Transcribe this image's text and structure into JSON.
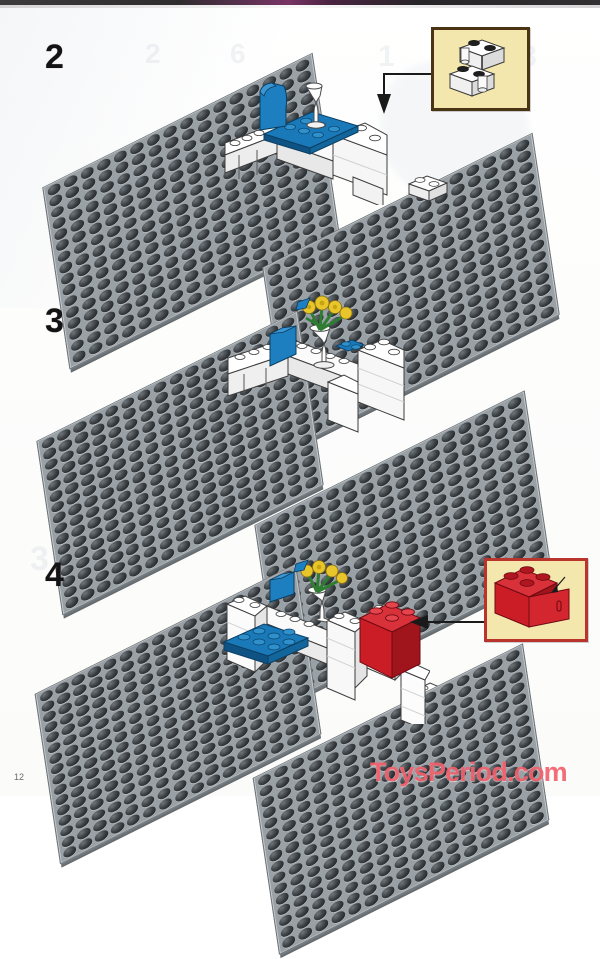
{
  "document": {
    "type": "lego-instruction-manual-page",
    "page_number": "12",
    "watermark": "ToysPeriod.com"
  },
  "steps": [
    {
      "id": "step-2",
      "number": "2",
      "baseplates": [
        {
          "name": "left-baseplate",
          "color": "#9aa1a6",
          "stud_color": "#2b2f32",
          "cols": 16,
          "rows": 16
        },
        {
          "name": "right-baseplate",
          "color": "#9aa1a6",
          "stud_color": "#2b2f32",
          "cols": 16,
          "rows": 16
        }
      ],
      "pieces": [
        {
          "name": "white-wall",
          "color": "#ffffff",
          "label": "white brick wall"
        },
        {
          "name": "blue-plate",
          "color": "#1a79b8",
          "label": "blue plate"
        },
        {
          "name": "blue-chair-slope",
          "color": "#1d7fc0",
          "label": "blue chair element"
        },
        {
          "name": "white-goblet",
          "color": "#fafafa",
          "label": "white goblet"
        },
        {
          "name": "white-brick-2x1",
          "color": "#ffffff",
          "label": "white 1x2 brick"
        }
      ],
      "inset": {
        "name": "detail-inset-step-2",
        "background": "#f3e7ae",
        "border": "#4a3414",
        "content": "two white 1x2 bricks joined",
        "arrow": "down-left-elbow"
      }
    },
    {
      "id": "step-3",
      "number": "3",
      "baseplates": [
        {
          "name": "left-baseplate",
          "color": "#9aa1a6",
          "stud_color": "#2b2f32",
          "cols": 16,
          "rows": 16
        },
        {
          "name": "right-baseplate",
          "color": "#9aa1a6",
          "stud_color": "#2b2f32",
          "cols": 16,
          "rows": 16
        }
      ],
      "pieces": [
        {
          "name": "white-wall",
          "color": "#ffffff",
          "label": "white brick wall"
        },
        {
          "name": "blue-slope",
          "color": "#1d7fc0",
          "label": "blue slope"
        },
        {
          "name": "white-vase",
          "color": "#fafafa",
          "label": "white vase"
        },
        {
          "name": "yellow-flowers",
          "color": "#e8c52a",
          "label": "yellow flowers"
        },
        {
          "name": "green-stems",
          "color": "#2e7d32",
          "label": "green stems"
        },
        {
          "name": "white-brick-2x2",
          "color": "#ffffff",
          "label": "white 2x2 brick"
        }
      ],
      "inset": null
    },
    {
      "id": "step-4",
      "number": "4",
      "baseplates": [
        {
          "name": "left-baseplate",
          "color": "#9aa1a6",
          "stud_color": "#2b2f32",
          "cols": 16,
          "rows": 16
        },
        {
          "name": "right-baseplate",
          "color": "#9aa1a6",
          "stud_color": "#2b2f32",
          "cols": 16,
          "rows": 16
        }
      ],
      "pieces": [
        {
          "name": "white-wall",
          "color": "#ffffff",
          "label": "white brick wall"
        },
        {
          "name": "blue-plate-2x4",
          "color": "#1a79b8",
          "label": "blue 2x4 plate"
        },
        {
          "name": "blue-slope",
          "color": "#1d7fc0",
          "label": "blue slope"
        },
        {
          "name": "white-vase",
          "color": "#fafafa",
          "label": "white vase"
        },
        {
          "name": "yellow-flowers",
          "color": "#e8c52a",
          "label": "yellow flowers"
        },
        {
          "name": "red-brick-2x2",
          "color": "#cb1d26",
          "label": "red 2x2 brick with door"
        }
      ],
      "inset": {
        "name": "detail-inset-step-4",
        "background": "#f3e7ae",
        "border": "#b8342c",
        "content": "red 2x2 brick with hinged red door panel",
        "arrow": "left-horizontal"
      }
    }
  ]
}
